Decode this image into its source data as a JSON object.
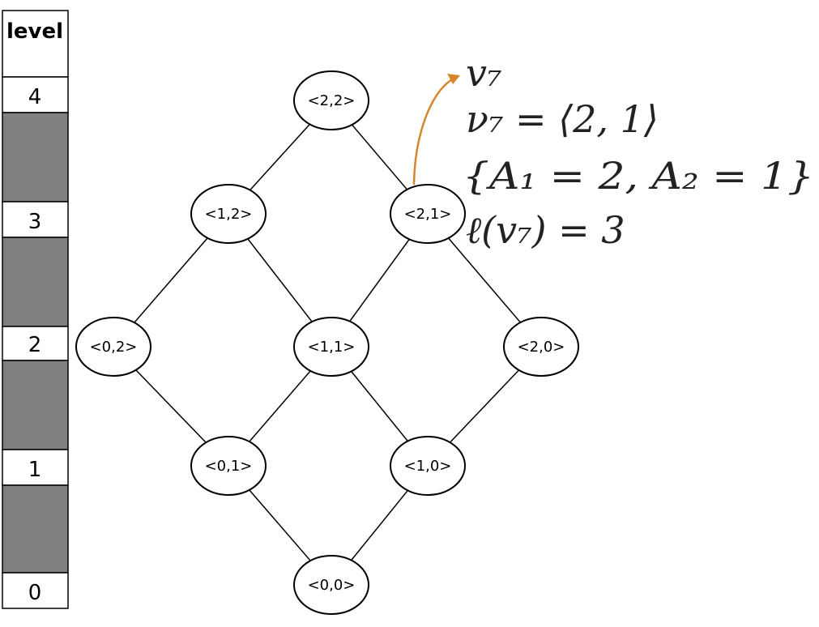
{
  "level_column": {
    "header": "level",
    "levels": [
      "4",
      "3",
      "2",
      "1",
      "0"
    ]
  },
  "lattice": {
    "nodes": [
      {
        "id": "n22",
        "label": "<2,2>"
      },
      {
        "id": "n12",
        "label": "<1,2>"
      },
      {
        "id": "n21",
        "label": "<2,1>"
      },
      {
        "id": "n02",
        "label": "<0,2>"
      },
      {
        "id": "n11",
        "label": "<1,1>"
      },
      {
        "id": "n20",
        "label": "<2,0>"
      },
      {
        "id": "n01",
        "label": "<0,1>"
      },
      {
        "id": "n10",
        "label": "<1,0>"
      },
      {
        "id": "n00",
        "label": "<0,0>"
      }
    ],
    "edges": [
      [
        "n22",
        "n12"
      ],
      [
        "n22",
        "n21"
      ],
      [
        "n12",
        "n02"
      ],
      [
        "n12",
        "n11"
      ],
      [
        "n21",
        "n11"
      ],
      [
        "n21",
        "n20"
      ],
      [
        "n02",
        "n01"
      ],
      [
        "n11",
        "n01"
      ],
      [
        "n11",
        "n10"
      ],
      [
        "n20",
        "n10"
      ],
      [
        "n01",
        "n00"
      ],
      [
        "n10",
        "n00"
      ]
    ]
  },
  "annotation": {
    "highlight_node": "n21",
    "arrow_color": "#D4872A",
    "lines": [
      "v₇",
      "ν₇ = ⟨2, 1⟩",
      "{A₁ = 2, A₂ = 1}",
      "ℓ(v₇) = 3"
    ]
  },
  "colors": {
    "band_fill": "#808080",
    "stroke": "#000000"
  }
}
